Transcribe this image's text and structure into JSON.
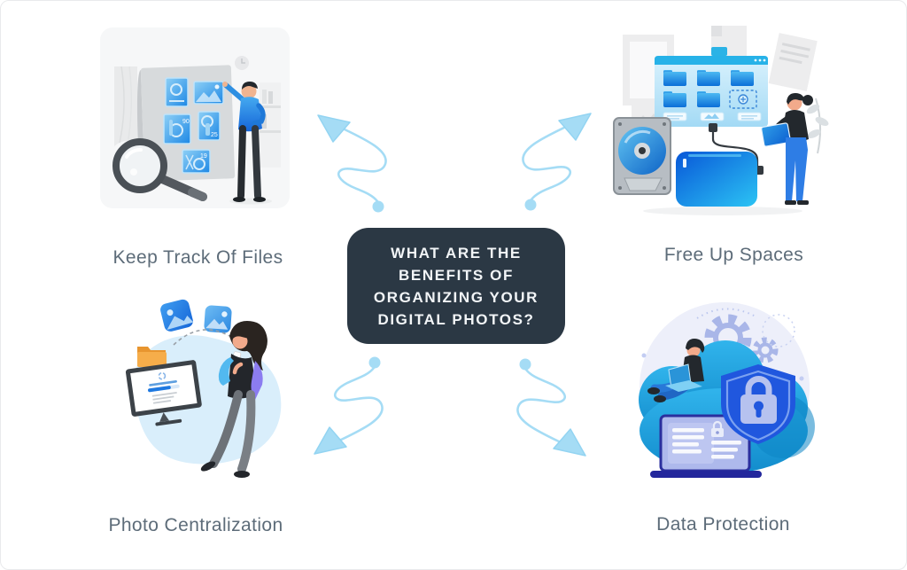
{
  "title": {
    "lines": [
      "WHAT ARE THE",
      "BENEFITS OF",
      "ORGANIZING YOUR",
      "DIGITAL PHOTOS?"
    ]
  },
  "quadrants": {
    "keep_track": {
      "label": "Keep Track Of Files",
      "card_numbers": [
        "90",
        "25",
        "19"
      ]
    },
    "free_up": {
      "label": "Free Up Spaces"
    },
    "photo_central": {
      "label": "Photo Centralization"
    },
    "data_protection": {
      "label": "Data Protection"
    }
  },
  "colors": {
    "title_box_bg": "#2b3844",
    "title_text": "#f2f5f7",
    "label_text": "#5d6c79",
    "arrow_blue": "#a5dcf5",
    "accent_blue": "#1e88e5",
    "cyan_header": "#27b2e8",
    "shield_blue": "#2057de",
    "folder_orange": "#f0a23c",
    "cloud_blue": "#1ba6e0",
    "page_bg": "#ffffff",
    "page_border": "#e9eaec"
  },
  "icons": {
    "names": [
      "doodle-arrow-icon",
      "magnifier-icon",
      "photo-card-icon",
      "wall-clock-icon",
      "bookshelf-icon",
      "folder-window-icon",
      "folder-icon",
      "dashed-folder-gear-icon",
      "hdd-icon",
      "external-drive-icon",
      "tablet-icon",
      "plant-icon",
      "image-icon",
      "orange-folder-icon",
      "monitor-progress-icon",
      "smartphone-icon",
      "gear-icon",
      "cloud-icon",
      "laptop-icon",
      "shield-icon",
      "padlock-icon"
    ]
  }
}
